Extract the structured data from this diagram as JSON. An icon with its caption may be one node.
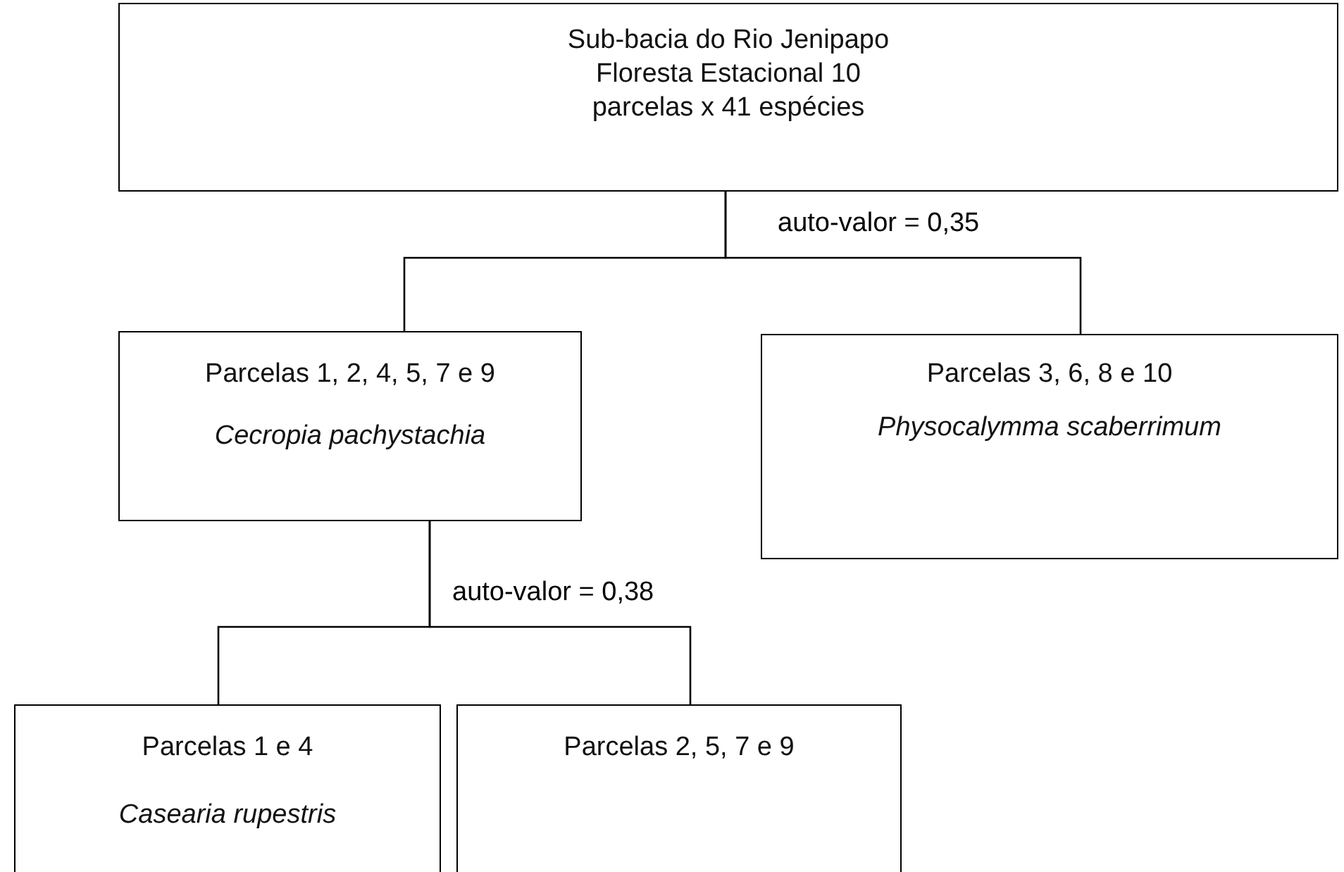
{
  "diagram": {
    "nodes": [
      {
        "text": [
          "Sub-bacia do Rio Jenipapo Floresta Estacional 10 parcelas x 41 espécies"
        ]
      },
      {
        "text": [
          "Parcelas 1, 2, 4, 5, 7 e 9",
          "Cecropia pachystachia"
        ]
      },
      {
        "text": [
          "Parcelas 3, 6, 8 e 10",
          "Physocalymma scaberrimum"
        ]
      },
      {
        "text": [
          "Parcelas 1 e 4",
          "Casearia rupestris"
        ]
      },
      {
        "text": [
          "Parcelas 2, 5, 7 e 9"
        ]
      }
    ],
    "edges": [
      {
        "from": 0,
        "to": 1,
        "arrow": "none",
        "label": "auto-valor = 0,35"
      },
      {
        "from": 0,
        "to": 2,
        "arrow": "none"
      },
      {
        "from": 1,
        "to": 3,
        "arrow": "none",
        "label": "auto-valor = 0,38"
      },
      {
        "from": 1,
        "to": 4,
        "arrow": "none"
      }
    ]
  }
}
